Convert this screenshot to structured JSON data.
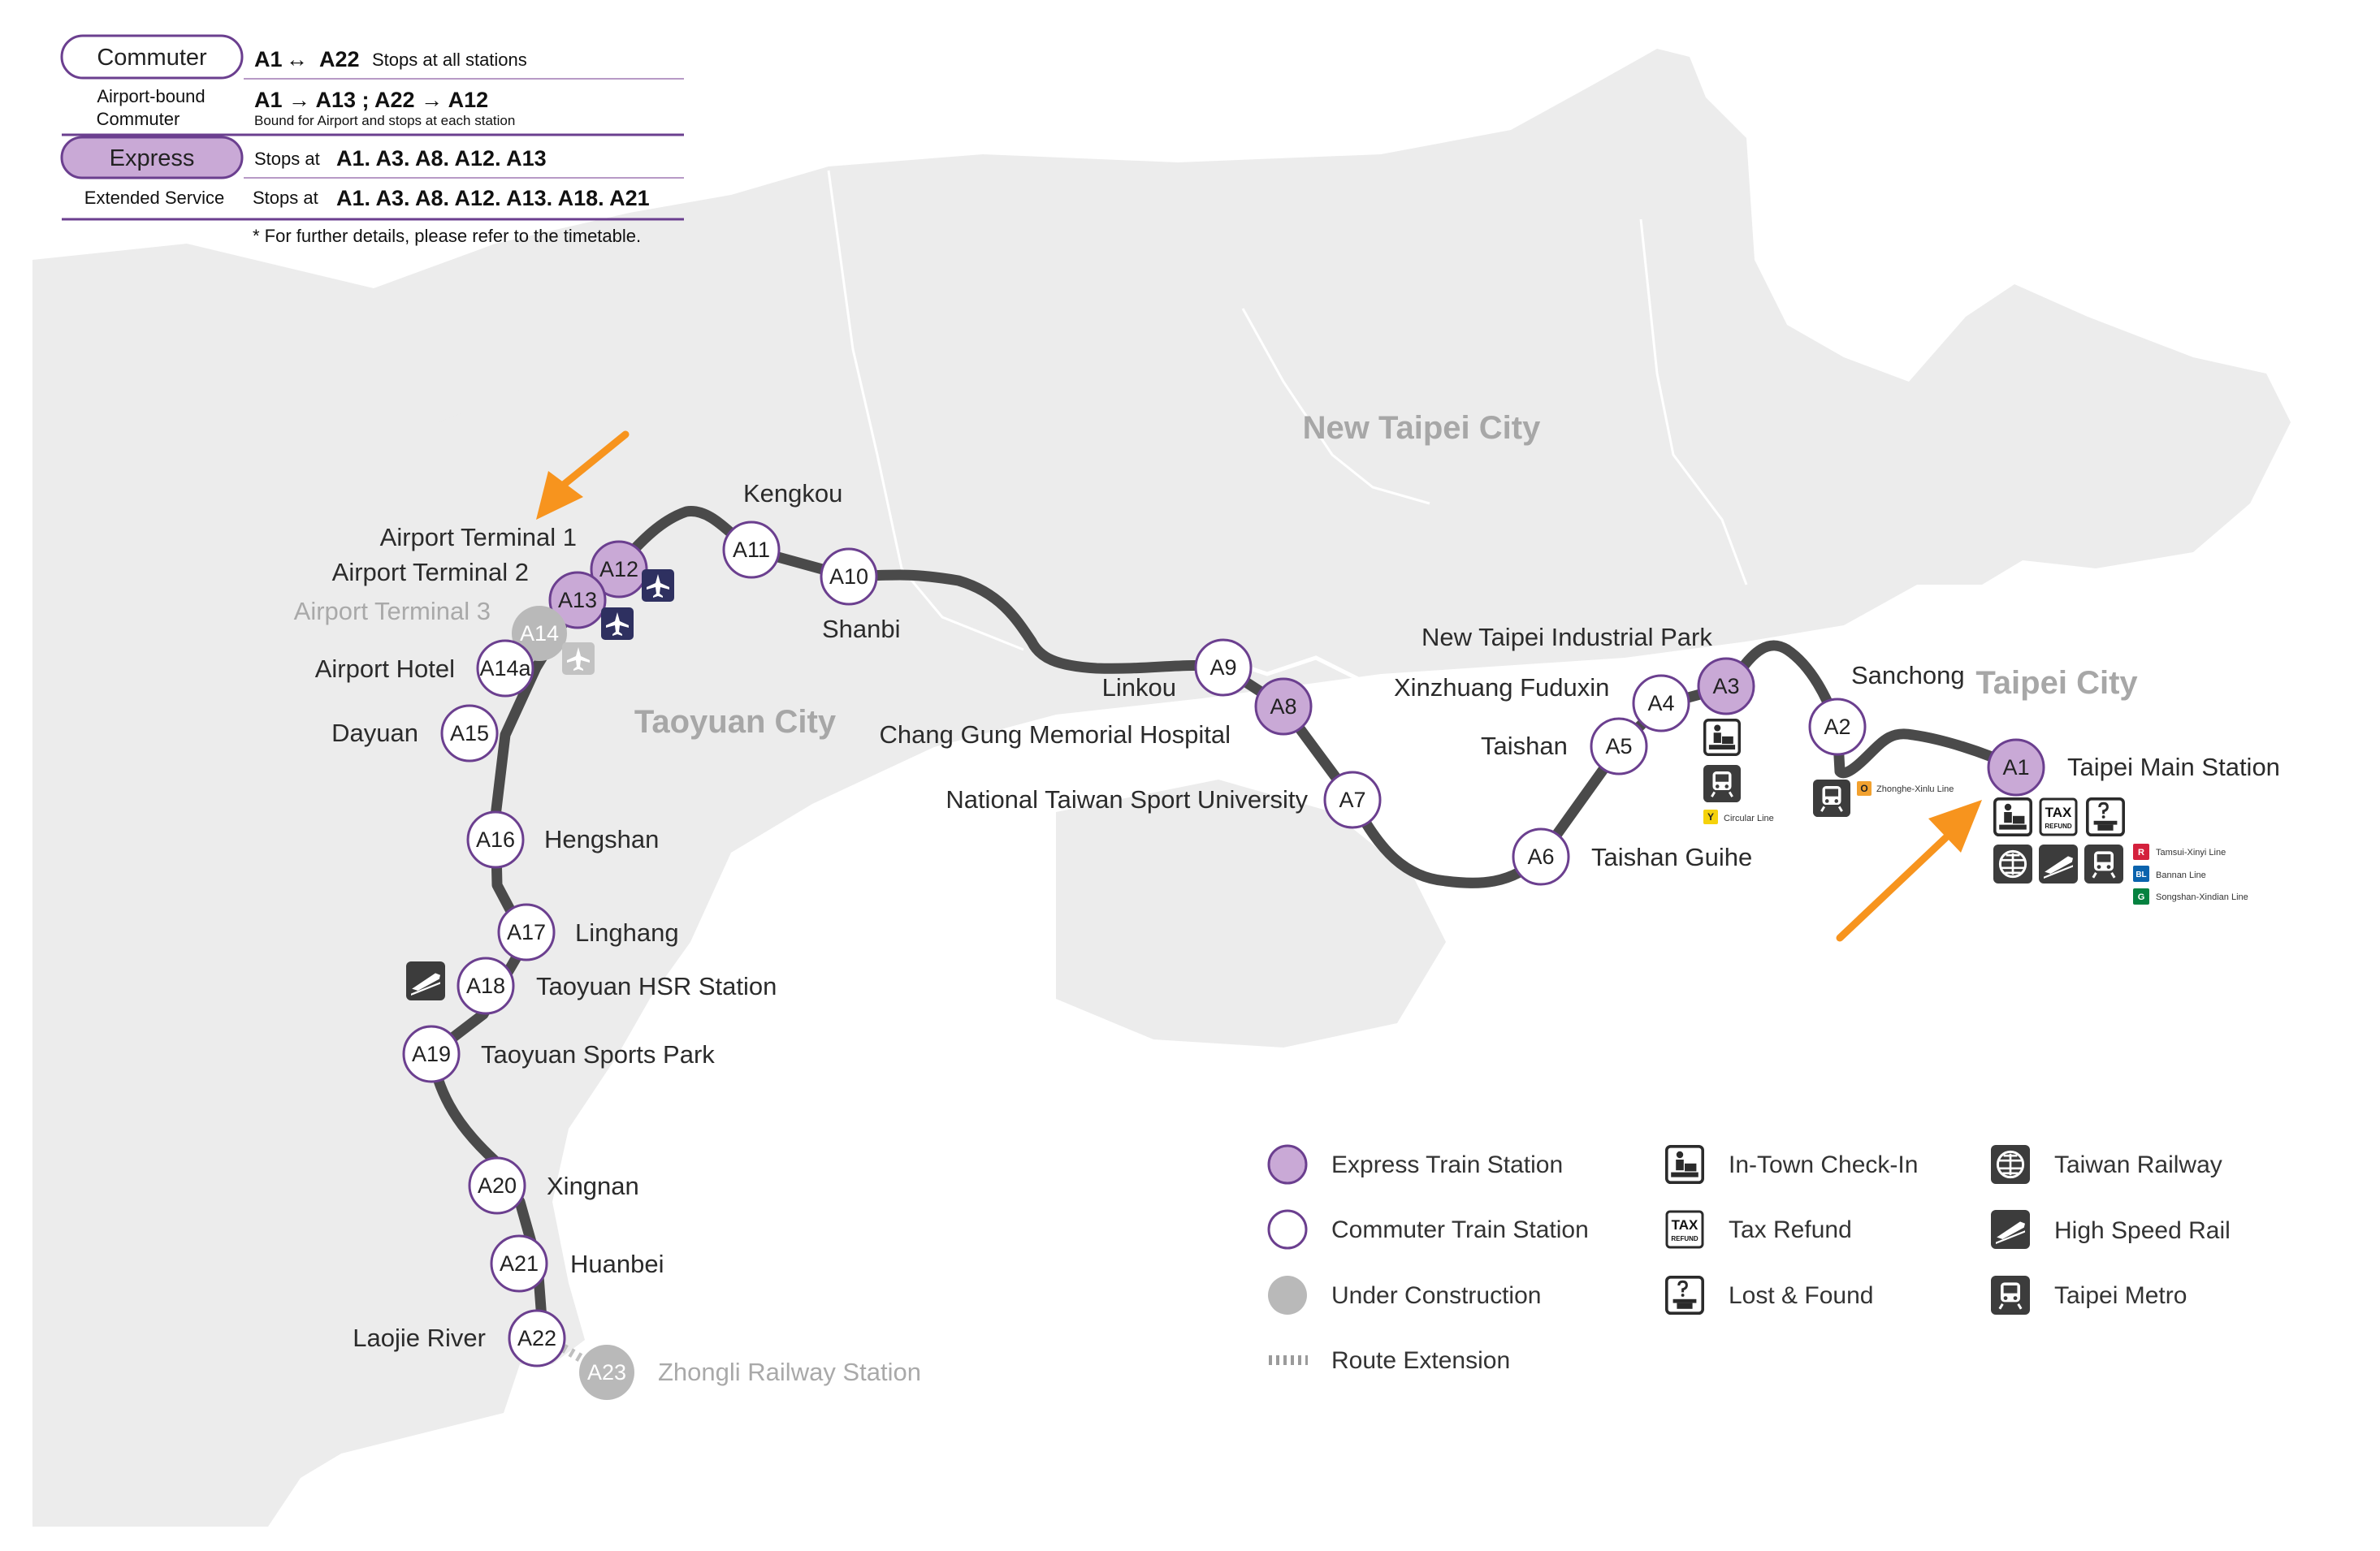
{
  "service_legend": {
    "commuter": {
      "pill": "Commuter",
      "route_from": "A1",
      "route_arrow": "↔",
      "route_to": "A22",
      "desc": "Stops at all stations"
    },
    "airport_bound": {
      "name_line1": "Airport-bound",
      "name_line2": "Commuter",
      "route": "A1 → A13 ; A22 → A12",
      "desc": "Bound for Airport and stops at each station"
    },
    "express": {
      "pill": "Express",
      "prefix": "Stops at",
      "stops": "A1. A3. A8. A12. A13"
    },
    "extended": {
      "name": "Extended Service",
      "prefix": "Stops at",
      "stops": "A1. A3. A8. A12. A13. A18. A21"
    },
    "note": "* For further details, please refer to the timetable."
  },
  "cities": {
    "new_taipei": "New Taipei City",
    "taoyuan": "Taoyuan City",
    "taipei": "Taipei City"
  },
  "stations": [
    {
      "code": "A1",
      "name": "Taipei Main Station",
      "type": "express"
    },
    {
      "code": "A2",
      "name": "Sanchong",
      "type": "commuter"
    },
    {
      "code": "A3",
      "name": "New Taipei Industrial Park",
      "type": "express"
    },
    {
      "code": "A4",
      "name": "Xinzhuang Fuduxin",
      "type": "commuter"
    },
    {
      "code": "A5",
      "name": "Taishan",
      "type": "commuter"
    },
    {
      "code": "A6",
      "name": "Taishan Guihe",
      "type": "commuter"
    },
    {
      "code": "A7",
      "name": "National Taiwan Sport University",
      "type": "commuter"
    },
    {
      "code": "A8",
      "name": "Chang Gung Memorial Hospital",
      "type": "express"
    },
    {
      "code": "A9",
      "name": "Linkou",
      "type": "commuter"
    },
    {
      "code": "A10",
      "name": "Shanbi",
      "type": "commuter"
    },
    {
      "code": "A11",
      "name": "Kengkou",
      "type": "commuter"
    },
    {
      "code": "A12",
      "name": "Airport Terminal 1",
      "type": "express"
    },
    {
      "code": "A13",
      "name": "Airport Terminal 2",
      "type": "express"
    },
    {
      "code": "A14",
      "name": "Airport Terminal 3",
      "type": "under_construction"
    },
    {
      "code": "A14a",
      "name": "Airport Hotel",
      "type": "commuter"
    },
    {
      "code": "A15",
      "name": "Dayuan",
      "type": "commuter"
    },
    {
      "code": "A16",
      "name": "Hengshan",
      "type": "commuter"
    },
    {
      "code": "A17",
      "name": "Linghang",
      "type": "commuter"
    },
    {
      "code": "A18",
      "name": "Taoyuan HSR Station",
      "type": "commuter"
    },
    {
      "code": "A19",
      "name": "Taoyuan Sports Park",
      "type": "commuter"
    },
    {
      "code": "A20",
      "name": "Xingnan",
      "type": "commuter"
    },
    {
      "code": "A21",
      "name": "Huanbei",
      "type": "commuter"
    },
    {
      "code": "A22",
      "name": "Laojie River",
      "type": "commuter"
    },
    {
      "code": "A23",
      "name": "Zhongli Railway Station",
      "type": "under_construction"
    }
  ],
  "transfer_lines": {
    "a3": [
      {
        "badge": "Y",
        "name": "Circular Line",
        "color": "#f5d20b"
      }
    ],
    "a2": [
      {
        "badge": "O",
        "name": "Zhonghe-Xinlu Line",
        "color": "#f2a12f"
      }
    ],
    "a1": [
      {
        "badge": "R",
        "name": "Tamsui-Xinyi Line",
        "color": "#d4213d"
      },
      {
        "badge": "BL",
        "name": "Bannan Line",
        "color": "#0a63ad"
      },
      {
        "badge": "G",
        "name": "Songshan-Xindian Line",
        "color": "#058240"
      }
    ]
  },
  "facility_icons": {
    "a12": [
      "airplane-icon"
    ],
    "a13": [
      "airplane-icon"
    ],
    "a14": [
      "airplane-icon"
    ],
    "a18": [
      "high-speed-rail-icon"
    ],
    "a3": [
      "in-town-check-in-icon",
      "taipei-metro-icon"
    ],
    "a2": [
      "taipei-metro-icon"
    ],
    "a1": [
      "in-town-check-in-icon",
      "tax-refund-icon",
      "lost-found-icon",
      "taiwan-railway-icon",
      "high-speed-rail-icon",
      "taipei-metro-icon"
    ]
  },
  "icon_text": {
    "tax": "TAX",
    "refund": "REFUND"
  },
  "map_legend": {
    "express": "Express Train Station",
    "commuter": "Commuter Train Station",
    "under_construction": "Under Construction",
    "route_extension": "Route Extension",
    "check_in": "In-Town Check-In",
    "tax_refund": "Tax Refund",
    "lost_found": "Lost & Found",
    "taiwan_railway": "Taiwan Railway",
    "hsr": "High Speed Rail",
    "metro": "Taipei Metro"
  },
  "colors": {
    "express_fill": "#c9a9d6",
    "station_ring": "#6b3f8f",
    "line": "#4a4a4a",
    "land": "#ececec",
    "under_construction": "#b9b9b9",
    "arrow": "#f7941e"
  }
}
